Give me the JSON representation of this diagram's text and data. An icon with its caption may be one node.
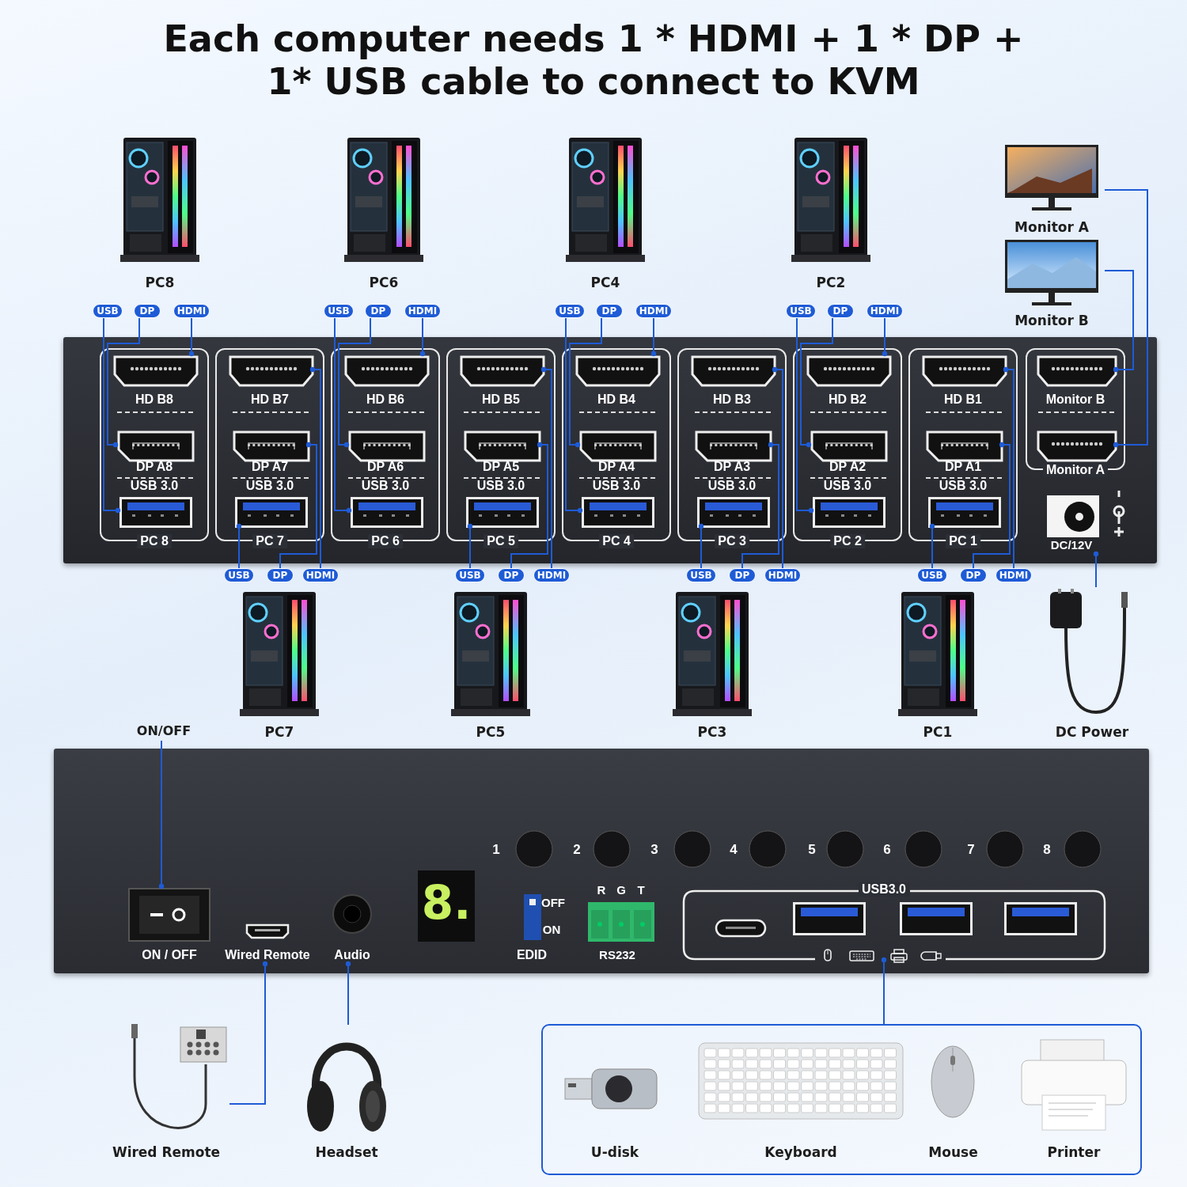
{
  "diagram": {
    "title": "Each computer needs 1 * HDMI + 1 * DP + 1* USB cable to connect to KVM",
    "nodes": [
      {
        "text": [],
        "shape": "box"
      },
      {
        "text": [
          "HD B8",
          "DP A8",
          "USB 3.0",
          "PC 8"
        ],
        "in": 0
      },
      {
        "text": [],
        "shape": "box",
        "in": 1
      },
      {
        "text": [],
        "shape": "box",
        "in": 1
      },
      {
        "text": [],
        "shape": "box",
        "in": 1
      },
      {
        "text": [
          "HD B7",
          "DP A7",
          "USB 3.0",
          "PC 7"
        ],
        "in": 0
      },
      {
        "text": [],
        "shape": "box",
        "in": 5
      },
      {
        "text": [],
        "shape": "box",
        "in": 5
      },
      {
        "text": [],
        "shape": "box",
        "in": 5
      },
      {
        "text": [
          "HD B6",
          "DP A6",
          "USB 3.0",
          "PC 6"
        ],
        "in": 0
      },
      {
        "text": [],
        "shape": "box",
        "in": 9
      },
      {
        "text": [],
        "shape": "box",
        "in": 9
      },
      {
        "text": [],
        "shape": "box",
        "in": 9
      },
      {
        "text": [
          "HD B5",
          "DP A5",
          "USB 3.0",
          "PC 5"
        ],
        "in": 0
      },
      {
        "text": [],
        "shape": "box",
        "in": 13
      },
      {
        "text": [],
        "shape": "box",
        "in": 13
      },
      {
        "text": [],
        "shape": "box",
        "in": 13
      },
      {
        "text": [
          "HD B4",
          "DP A4",
          "USB 3.0",
          "PC 4"
        ],
        "in": 0
      },
      {
        "text": [],
        "shape": "box",
        "in": 17
      },
      {
        "text": [],
        "shape": "box",
        "in": 17
      },
      {
        "text": [],
        "shape": "box",
        "in": 17
      },
      {
        "text": [
          "HD B3",
          "DP A3",
          "USB 3.0",
          "PC 3"
        ],
        "in": 0
      },
      {
        "text": [],
        "shape": "box",
        "in": 21
      },
      {
        "text": [],
        "shape": "box",
        "in": 21
      },
      {
        "text": [],
        "shape": "box",
        "in": 21
      },
      {
        "text": [
          "HD B2",
          "DP A2",
          "USB 3.0",
          "PC 2"
        ],
        "in": 0
      },
      {
        "text": [],
        "shape": "box",
        "in": 25
      },
      {
        "text": [],
        "shape": "box",
        "in": 25
      },
      {
        "text": [],
        "shape": "box",
        "in": 25
      },
      {
        "text": [
          "HD B1",
          "DP A1",
          "USB 3.0",
          "PC 1"
        ],
        "in": 0
      },
      {
        "text": [],
        "shape": "box",
        "in": 29
      },
      {
        "text": [],
        "shape": "box",
        "in": 29
      },
      {
        "text": [],
        "shape": "box",
        "in": 29
      },
      {
        "text": [
          "Monitor B",
          "Monitor A"
        ],
        "in": 0
      },
      {
        "text": [],
        "shape": "box",
        "in": 33
      },
      {
        "text": [],
        "shape": "box",
        "in": 33
      },
      {
        "text": [
          "DC/12V"
        ],
        "in": 0
      },
      {
        "text": [
          "PC8"
        ]
      },
      {
        "text": [
          "PC6"
        ]
      },
      {
        "text": [
          "PC4"
        ]
      },
      {
        "text": [
          "PC2"
        ]
      },
      {
        "text": [
          "Monitor A"
        ]
      },
      {
        "text": [
          "Monitor B"
        ]
      },
      {
        "text": [
          "USB"
        ]
      },
      {
        "text": [
          "DP"
        ]
      },
      {
        "text": [
          "HDMI"
        ]
      },
      {
        "text": [
          "USB"
        ]
      },
      {
        "text": [
          "DP"
        ]
      },
      {
        "text": [
          "HDMI"
        ]
      },
      {
        "text": [
          "USB"
        ]
      },
      {
        "text": [
          "DP"
        ]
      },
      {
        "text": [
          "HDMI"
        ]
      },
      {
        "text": [
          "USB"
        ]
      },
      {
        "text": [
          "DP"
        ]
      },
      {
        "text": [
          "HDMI"
        ]
      },
      {
        "text": [
          "USB"
        ]
      },
      {
        "text": [
          "DP"
        ]
      },
      {
        "text": [
          "HDMI"
        ]
      },
      {
        "text": [
          "USB"
        ]
      },
      {
        "text": [
          "DP"
        ]
      },
      {
        "text": [
          "HDMI"
        ]
      },
      {
        "text": [
          "USB"
        ]
      },
      {
        "text": [
          "DP"
        ]
      },
      {
        "text": [
          "HDMI"
        ]
      },
      {
        "text": [
          "USB"
        ]
      },
      {
        "text": [
          "DP"
        ]
      },
      {
        "text": [
          "HDMI"
        ]
      },
      {
        "text": [
          "PC7"
        ]
      },
      {
        "text": [
          "PC5"
        ]
      },
      {
        "text": [
          "PC3"
        ]
      },
      {
        "text": [
          "PC1"
        ]
      },
      {
        "text": [
          "DC Power"
        ]
      },
      {
        "text": [
          "ON/OFF"
        ]
      },
      {
        "text": [],
        "shape": "box"
      },
      {
        "text": [
          "ON / OFF"
        ],
        "in": 73
      },
      {
        "text": [
          "Wired Remote"
        ],
        "in": 73
      },
      {
        "text": [
          "Audio"
        ],
        "in": 73
      },
      {
        "text": [
          "OFF",
          "ON",
          "EDID"
        ],
        "in": 73
      },
      {
        "text": [
          "R",
          "G",
          "T",
          "RS232"
        ],
        "in": 73
      },
      {
        "text": [
          "USB3.0"
        ],
        "in": 73
      },
      {
        "text": [
          "Wired Remote"
        ]
      },
      {
        "text": [
          "Headset"
        ]
      },
      {
        "text": [],
        "shape": "box"
      },
      {
        "text": [
          "U-disk"
        ],
        "in": 82
      },
      {
        "text": [
          "Keyboard"
        ],
        "in": 82
      },
      {
        "text": [
          "Mouse"
        ],
        "in": 82
      },
      {
        "text": [
          "Printer"
        ],
        "in": 82
      }
    ],
    "edges": [
      {
        "from": 43,
        "to": 4,
        "arrow": "other"
      },
      {
        "from": 44,
        "to": 3,
        "arrow": "other"
      },
      {
        "from": 45,
        "to": 2,
        "arrow": "other"
      },
      {
        "from": 46,
        "to": 12,
        "arrow": "other"
      },
      {
        "from": 47,
        "to": 11,
        "arrow": "other"
      },
      {
        "from": 48,
        "to": 10,
        "arrow": "other"
      },
      {
        "from": 49,
        "to": 20,
        "arrow": "other"
      },
      {
        "from": 50,
        "to": 19,
        "arrow": "other"
      },
      {
        "from": 51,
        "to": 18,
        "arrow": "other"
      },
      {
        "from": 52,
        "to": 28,
        "arrow": "other"
      },
      {
        "from": 53,
        "to": 27,
        "arrow": "other"
      },
      {
        "from": 54,
        "to": 26,
        "arrow": "other"
      },
      {
        "from": 55,
        "to": 8,
        "arrow": "other"
      },
      {
        "from": 56,
        "to": 7,
        "arrow": "other"
      },
      {
        "from": 57,
        "to": 6,
        "arrow": "other"
      },
      {
        "from": 58,
        "to": 16,
        "arrow": "other"
      },
      {
        "from": 59,
        "to": 15,
        "arrow": "other"
      },
      {
        "from": 60,
        "to": 14,
        "arrow": "other"
      },
      {
        "from": 61,
        "to": 24,
        "arrow": "other"
      },
      {
        "from": 62,
        "to": 23,
        "arrow": "other"
      },
      {
        "from": 63,
        "to": 22,
        "arrow": "other"
      },
      {
        "from": 64,
        "to": 32,
        "arrow": "other"
      },
      {
        "from": 65,
        "to": 31,
        "arrow": "other"
      },
      {
        "from": 66,
        "to": 30,
        "arrow": "other"
      },
      {
        "from": 41,
        "to": 35,
        "arrow": "other"
      },
      {
        "from": 42,
        "to": 34,
        "arrow": "other"
      },
      {
        "from": 71,
        "to": 36,
        "arrow": "other"
      },
      {
        "from": 72,
        "to": 74,
        "arrow": "other"
      },
      {
        "from": 80,
        "to": 75,
        "arrow": "other"
      },
      {
        "from": 81,
        "to": 76,
        "arrow": "other"
      },
      {
        "from": 82,
        "to": 79,
        "arrow": "other"
      }
    ],
    "labels": [
      "1",
      "2",
      "3",
      "4",
      "5",
      "6",
      "7",
      "8",
      "8."
    ]
  }
}
